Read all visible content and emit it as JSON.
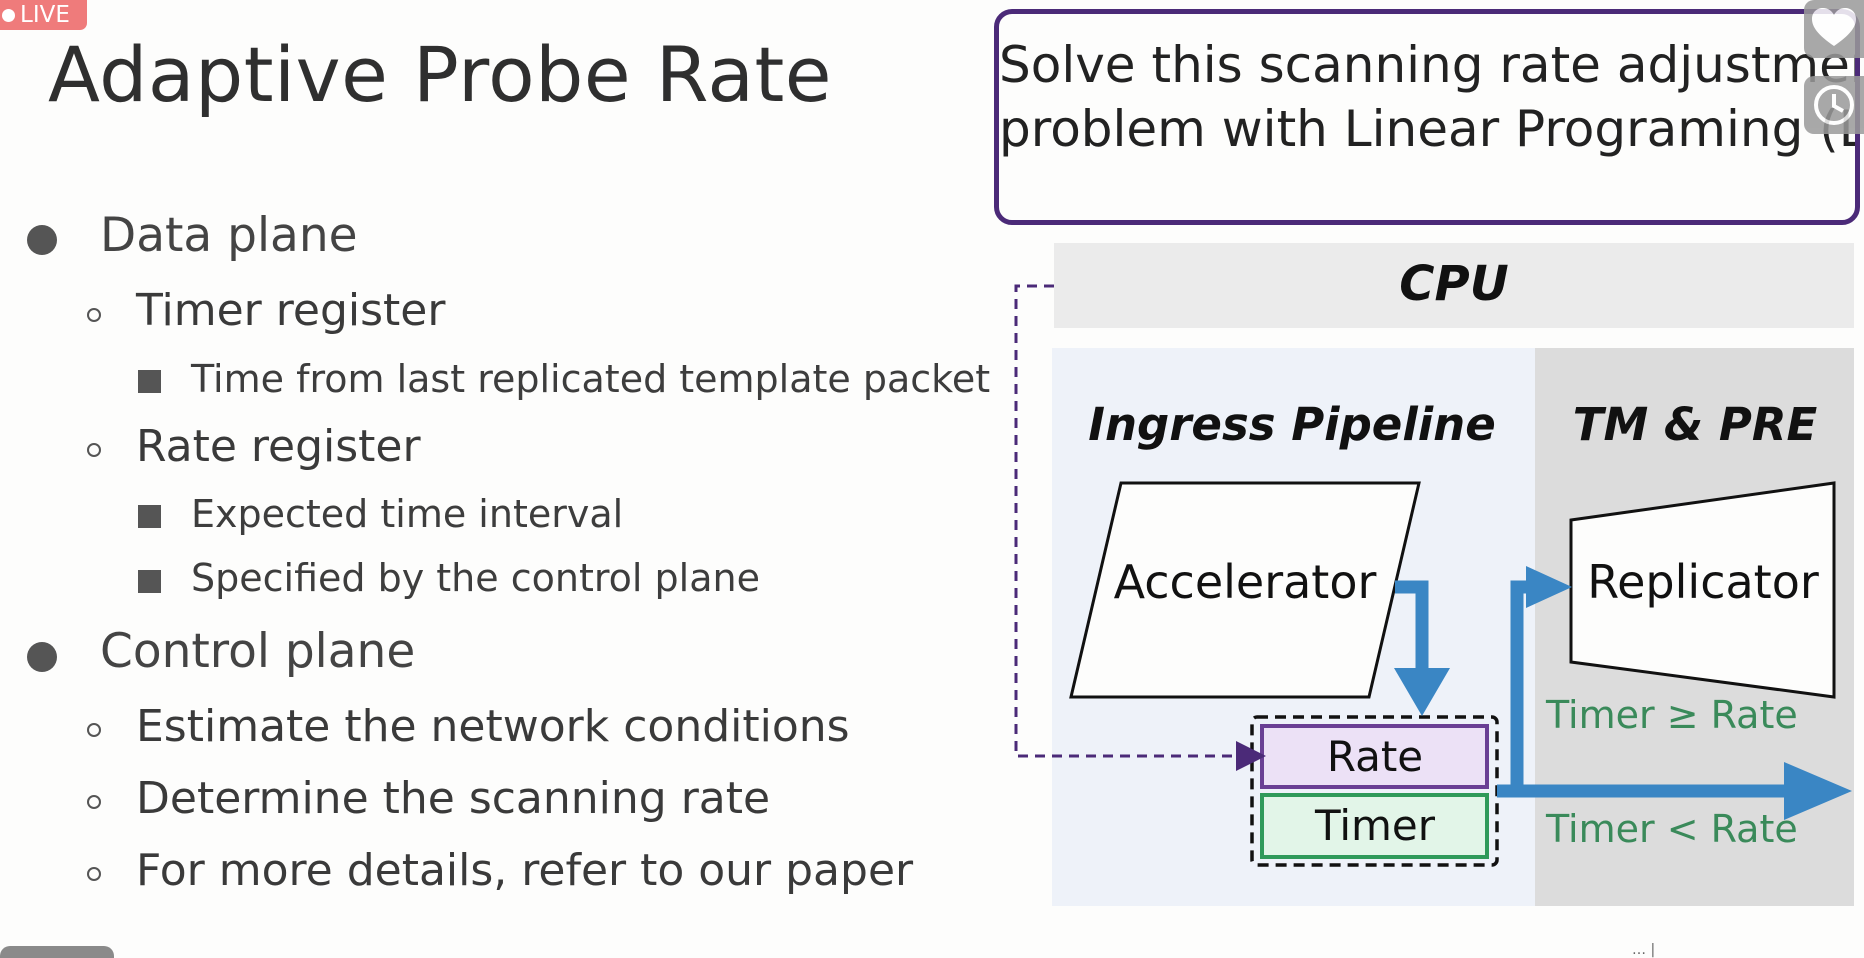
{
  "badge": {
    "label": "LIVE"
  },
  "slide": {
    "title": "Adaptive Probe Rate",
    "bullets": {
      "data_plane": "Data plane",
      "timer_register": "Timer register",
      "timer_detail": "Time from last replicated template packet",
      "rate_register": "Rate register",
      "rate_detail_1": "Expected time interval",
      "rate_detail_2": "Specified by the control plane",
      "control_plane": "Control plane",
      "cp_1": "Estimate the network conditions",
      "cp_2": "Determine the scanning rate",
      "cp_3": "For more details, refer to our paper"
    }
  },
  "callout": {
    "line1": "Solve this scanning rate adjustment",
    "line2": "problem with Linear Programing (LP)"
  },
  "diagram": {
    "cpu": "CPU",
    "ingress": "Ingress Pipeline",
    "tm_pre": "TM & PRE",
    "accelerator": "Accelerator",
    "replicator": "Replicator",
    "rate": "Rate",
    "timer": "Timer",
    "cond_ge": "Timer ≥ Rate",
    "cond_lt": "Timer < Rate",
    "colors": {
      "arrow": "#3a86c4",
      "dashed": "#4b2a78",
      "green_text": "#3a8a5a",
      "rate_fill": "#ece1f6",
      "timer_fill": "#e2f5e8"
    }
  },
  "overlay": {
    "ticker": "… |"
  }
}
